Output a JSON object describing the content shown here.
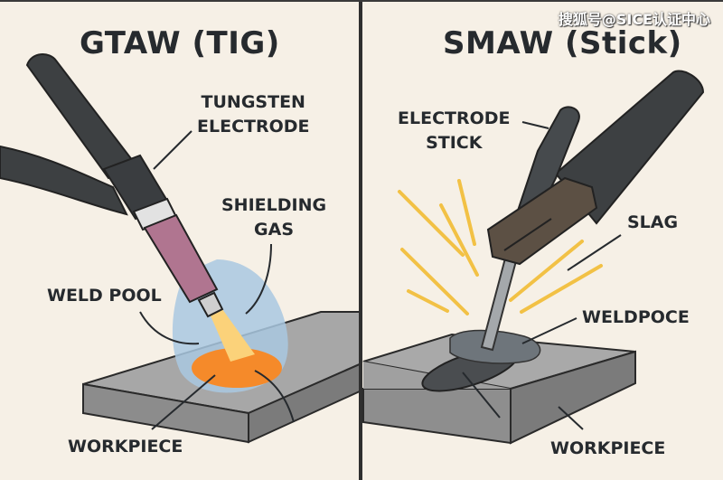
{
  "watermark": "搜狐号@SICE认证中心",
  "left_panel": {
    "title": "GTAW (TIG)",
    "labels": {
      "tungsten_electrode": [
        "TUNGSTEN",
        "ELECTRODE"
      ],
      "shielding_gas": [
        "SHIELDING",
        "GAS"
      ],
      "weld_pool": "WELD POOL",
      "workpiece": "WORKPIECE"
    }
  },
  "right_panel": {
    "title": "SMAW (Stick)",
    "labels": {
      "electrode_stick": [
        "ELECTRODE",
        "STICK"
      ],
      "slag": "SLAG",
      "weld_pool": "WELDPOCE",
      "workpiece": "WORKPIECE"
    }
  },
  "colors": {
    "background": "#f6f0e6",
    "ink": "#262a2e",
    "torch_dark": "#3d4042",
    "cup_pink": "#b07590",
    "gas_blue": "#a9c8e0",
    "flame_yellow": "#fbd27a",
    "pool_orange": "#f58a2a",
    "metal_top": "#a7a7a7",
    "metal_side": "#8a8a8a",
    "holder_brown": "#5c5044",
    "spark_yellow": "#f2c145",
    "slag_gray": "#6e757b"
  }
}
